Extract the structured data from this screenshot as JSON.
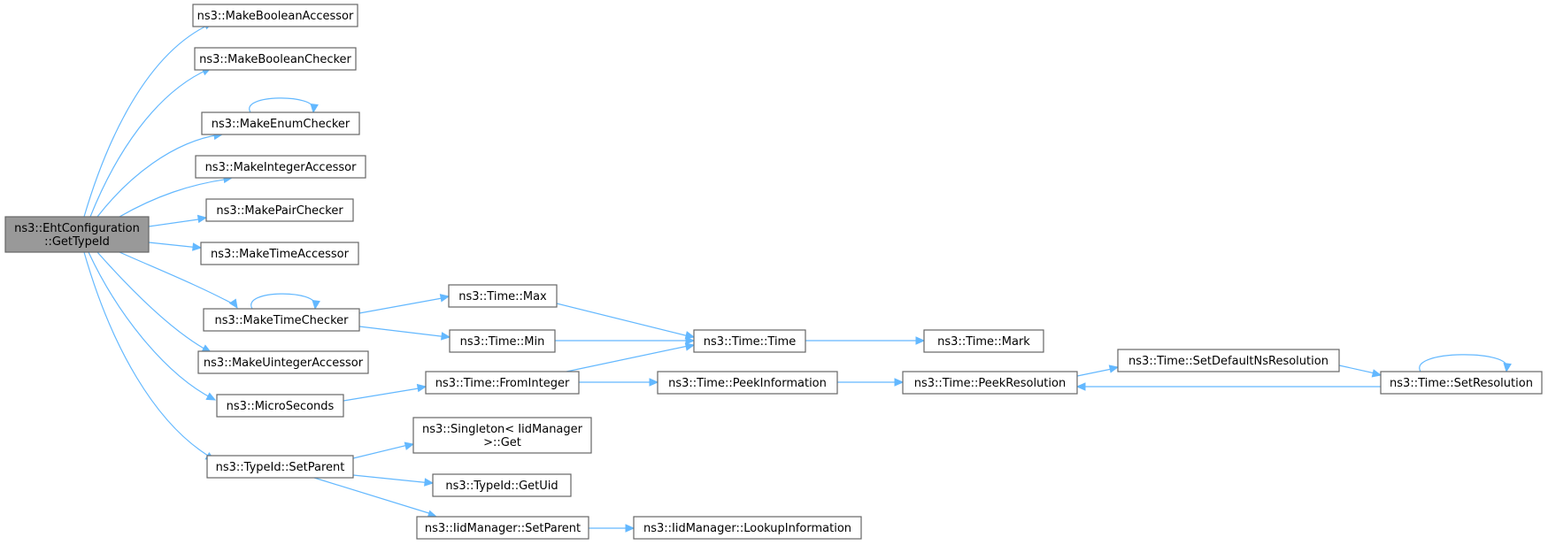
{
  "diagram": {
    "type": "call-graph",
    "colors": {
      "edge": "#63b8ff",
      "node_border": "#666666",
      "node_fill": "#ffffff",
      "root_fill": "#999999",
      "text": "#000000"
    },
    "nodes": [
      {
        "id": "get-type-id",
        "lines": [
          "ns3::EhtConfiguration",
          "::GetTypeId"
        ],
        "root": true
      },
      {
        "id": "make-boolean-accessor",
        "lines": [
          "ns3::MakeBooleanAccessor"
        ]
      },
      {
        "id": "make-boolean-checker",
        "lines": [
          "ns3::MakeBooleanChecker"
        ]
      },
      {
        "id": "make-enum-checker",
        "lines": [
          "ns3::MakeEnumChecker"
        ]
      },
      {
        "id": "make-integer-accessor",
        "lines": [
          "ns3::MakeIntegerAccessor"
        ]
      },
      {
        "id": "make-pair-checker",
        "lines": [
          "ns3::MakePairChecker"
        ]
      },
      {
        "id": "make-time-accessor",
        "lines": [
          "ns3::MakeTimeAccessor"
        ]
      },
      {
        "id": "make-time-checker",
        "lines": [
          "ns3::MakeTimeChecker"
        ]
      },
      {
        "id": "make-uinteger-accessor",
        "lines": [
          "ns3::MakeUintegerAccessor"
        ]
      },
      {
        "id": "micro-seconds",
        "lines": [
          "ns3::MicroSeconds"
        ]
      },
      {
        "id": "typeid-set-parent",
        "lines": [
          "ns3::TypeId::SetParent"
        ]
      },
      {
        "id": "time-max",
        "lines": [
          "ns3::Time::Max"
        ]
      },
      {
        "id": "time-min",
        "lines": [
          "ns3::Time::Min"
        ]
      },
      {
        "id": "time-from-integer",
        "lines": [
          "ns3::Time::FromInteger"
        ]
      },
      {
        "id": "singleton-get",
        "lines": [
          "ns3::Singleton< IidManager",
          ">::Get"
        ]
      },
      {
        "id": "typeid-get-uid",
        "lines": [
          "ns3::TypeId::GetUid"
        ]
      },
      {
        "id": "iid-manager-set-parent",
        "lines": [
          "ns3::IidManager::SetParent"
        ]
      },
      {
        "id": "time-time",
        "lines": [
          "ns3::Time::Time"
        ]
      },
      {
        "id": "time-peek-information",
        "lines": [
          "ns3::Time::PeekInformation"
        ]
      },
      {
        "id": "iid-manager-lookup-information",
        "lines": [
          "ns3::IidManager::LookupInformation"
        ]
      },
      {
        "id": "time-mark",
        "lines": [
          "ns3::Time::Mark"
        ]
      },
      {
        "id": "time-peek-resolution",
        "lines": [
          "ns3::Time::PeekResolution"
        ]
      },
      {
        "id": "time-set-default-ns-resolution",
        "lines": [
          "ns3::Time::SetDefaultNsResolution"
        ]
      },
      {
        "id": "time-set-resolution",
        "lines": [
          "ns3::Time::SetResolution"
        ]
      }
    ],
    "edges": [
      {
        "from": "get-type-id",
        "to": "make-boolean-accessor"
      },
      {
        "from": "get-type-id",
        "to": "make-boolean-checker"
      },
      {
        "from": "get-type-id",
        "to": "make-enum-checker"
      },
      {
        "from": "make-enum-checker",
        "to": "make-enum-checker"
      },
      {
        "from": "get-type-id",
        "to": "make-integer-accessor"
      },
      {
        "from": "get-type-id",
        "to": "make-pair-checker"
      },
      {
        "from": "get-type-id",
        "to": "make-time-accessor"
      },
      {
        "from": "get-type-id",
        "to": "make-time-checker"
      },
      {
        "from": "make-time-checker",
        "to": "make-time-checker"
      },
      {
        "from": "get-type-id",
        "to": "make-uinteger-accessor"
      },
      {
        "from": "get-type-id",
        "to": "micro-seconds"
      },
      {
        "from": "get-type-id",
        "to": "typeid-set-parent"
      },
      {
        "from": "make-time-checker",
        "to": "time-max"
      },
      {
        "from": "make-time-checker",
        "to": "time-min"
      },
      {
        "from": "time-max",
        "to": "time-time"
      },
      {
        "from": "time-min",
        "to": "time-time"
      },
      {
        "from": "time-time",
        "to": "time-mark"
      },
      {
        "from": "micro-seconds",
        "to": "time-from-integer"
      },
      {
        "from": "time-from-integer",
        "to": "time-time"
      },
      {
        "from": "time-from-integer",
        "to": "time-peek-information"
      },
      {
        "from": "time-peek-information",
        "to": "time-peek-resolution"
      },
      {
        "from": "time-peek-resolution",
        "to": "time-set-default-ns-resolution"
      },
      {
        "from": "time-set-default-ns-resolution",
        "to": "time-set-resolution"
      },
      {
        "from": "time-set-resolution",
        "to": "time-peek-resolution"
      },
      {
        "from": "time-set-resolution",
        "to": "time-set-resolution"
      },
      {
        "from": "typeid-set-parent",
        "to": "singleton-get"
      },
      {
        "from": "typeid-set-parent",
        "to": "typeid-get-uid"
      },
      {
        "from": "typeid-set-parent",
        "to": "iid-manager-set-parent"
      },
      {
        "from": "iid-manager-set-parent",
        "to": "iid-manager-lookup-information"
      }
    ]
  }
}
